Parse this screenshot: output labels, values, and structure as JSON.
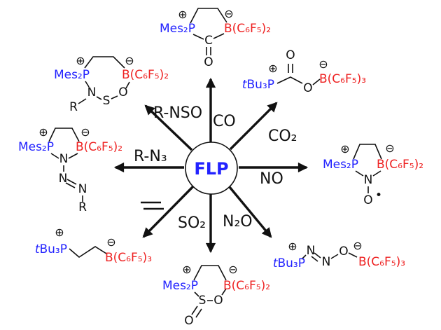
{
  "palette": {
    "phosphine_blue": "#2222ff",
    "borane_red": "#ee2222",
    "ink_black": "#111111"
  },
  "hub": {
    "label": "FLP"
  },
  "reagents": {
    "co": "CO",
    "co2": "CO₂",
    "no": "NO",
    "n2o": "N₂O",
    "so2": "SO₂",
    "r_n3": "R-N₃",
    "r_nso": "R-NSO"
  },
  "charges": {
    "plus": "⊕",
    "minus": "⊖"
  },
  "adducts": {
    "co": {
      "phosphine": "Mes₂P",
      "borane": "B(C₆F₅)₂",
      "carbon": "C",
      "oxygen": "O"
    },
    "co2": {
      "phosphine_italic": "t",
      "phosphine": "Bu₃P",
      "borane": "B(C₆F₅)₃",
      "carbonyl_oxygen": "O",
      "bridge_oxygen": "O"
    },
    "no": {
      "phosphine": "Mes₂P",
      "borane": "B(C₆F₅)₂",
      "nitrogen": "N",
      "oxygen": "O",
      "radical": "•"
    },
    "n2o": {
      "phosphine_italic": "t",
      "phosphine": "Bu₃P",
      "borane": "B(C₆F₅)₃",
      "n1": "N",
      "n2": "N",
      "oxygen": "O"
    },
    "so2": {
      "phosphine": "Mes₂P",
      "borane": "B(C₆F₅)₂",
      "sulfur": "S",
      "ring_oxygen": "O",
      "terminal_oxygen": "O"
    },
    "ethylene": {
      "phosphine_italic": "t",
      "phosphine": "Bu₃P",
      "borane": "B(C₆F₅)₃"
    },
    "azide": {
      "phosphine": "Mes₂P",
      "borane": "B(C₆F₅)₂",
      "n1": "N",
      "n2": "N",
      "n3": "N",
      "r": "R"
    },
    "nso": {
      "phosphine": "Mes₂P",
      "borane": "B(C₆F₅)₂",
      "nitrogen": "N",
      "sulfur": "S",
      "oxygen": "O",
      "r": "R"
    }
  }
}
